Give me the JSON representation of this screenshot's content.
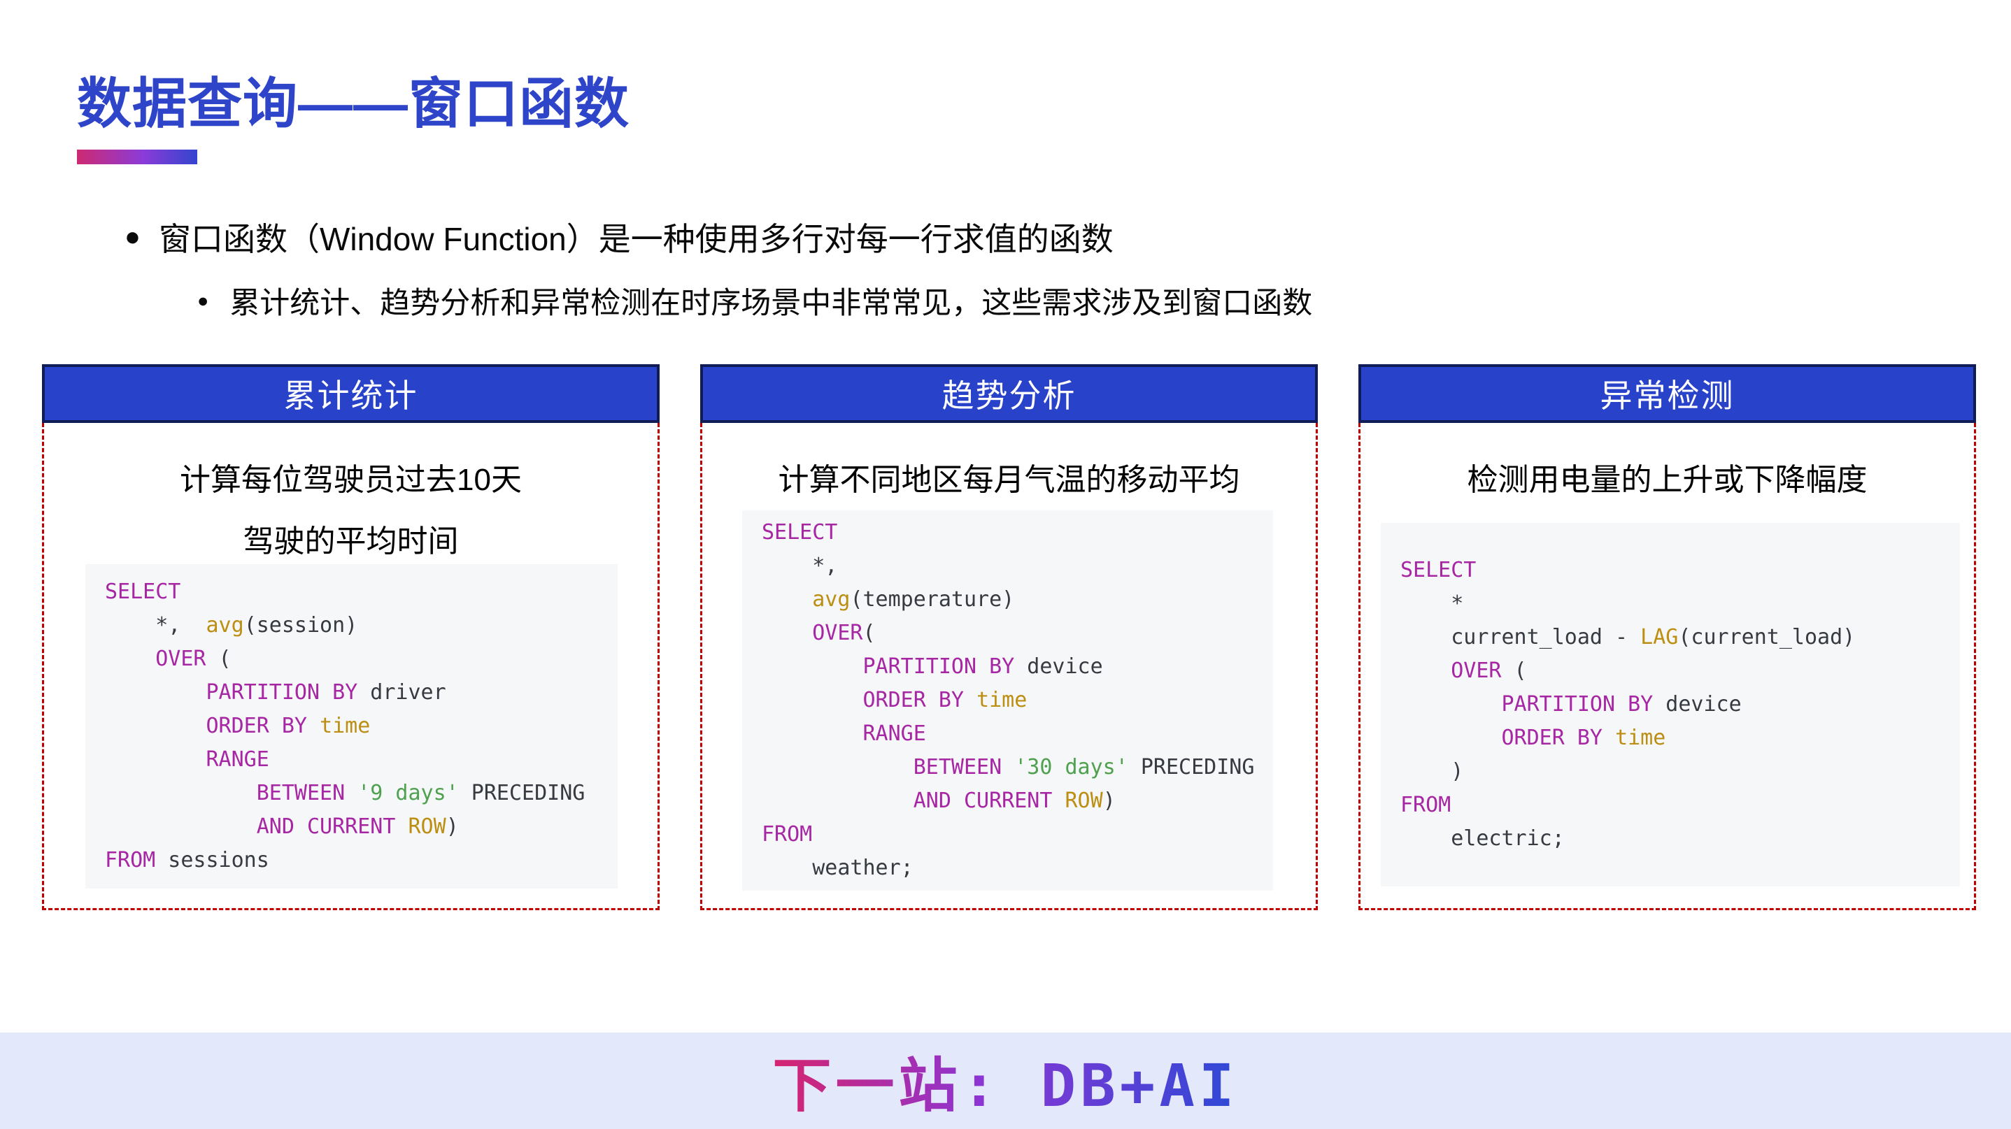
{
  "slide": {
    "title": "数据查询——窗口函数",
    "bullet_glyph": "●",
    "bullets": {
      "level1": "窗口函数（Window Function）是一种使用多行对每一行求值的函数",
      "level2": "累计统计、趋势分析和异常检测在时序场景中非常常见，这些需求涉及到窗口函数"
    },
    "footer_text": "下一站: DB+AI"
  },
  "colors": {
    "title_blue": "#2E44C9",
    "accent_gradient": [
      "#CE2A72",
      "#8B3BD8",
      "#3345CF"
    ],
    "panel_header_bg": "#2843C9",
    "panel_header_border": "#101C55",
    "panel_dashed_border": "#C00000",
    "code_background": "#F6F7F8",
    "footer_background": "#E4E8FB",
    "footer_text_gradient": [
      "#D6246E",
      "#8B35D4",
      "#2F49D6"
    ],
    "syntax": {
      "keyword": "#A626A4",
      "function_constant": "#BC8E12",
      "string": "#50A14F",
      "plain": "#383A42"
    }
  },
  "panels": [
    {
      "header": "累计统计",
      "desc": "计算每位驾驶员过去10天\n驾驶的平均时间",
      "code": [
        [
          [
            "k",
            "SELECT"
          ]
        ],
        [
          [
            "p",
            "    *,  "
          ],
          [
            "f",
            "avg"
          ],
          [
            "p",
            "(session)"
          ]
        ],
        [
          [
            "p",
            "    "
          ],
          [
            "k",
            "OVER"
          ],
          [
            "p",
            " ("
          ]
        ],
        [
          [
            "p",
            "        "
          ],
          [
            "k",
            "PARTITION BY"
          ],
          [
            "p",
            " driver"
          ]
        ],
        [
          [
            "p",
            "        "
          ],
          [
            "k",
            "ORDER BY"
          ],
          [
            "p",
            " "
          ],
          [
            "f",
            "time"
          ]
        ],
        [
          [
            "p",
            "        "
          ],
          [
            "k",
            "RANGE"
          ]
        ],
        [
          [
            "p",
            "            "
          ],
          [
            "k",
            "BETWEEN"
          ],
          [
            "p",
            " "
          ],
          [
            "s",
            "'9 days'"
          ],
          [
            "p",
            " PRECEDING"
          ]
        ],
        [
          [
            "p",
            "            "
          ],
          [
            "k",
            "AND"
          ],
          [
            "p",
            " "
          ],
          [
            "k",
            "CURRENT"
          ],
          [
            "p",
            " "
          ],
          [
            "f",
            "ROW"
          ],
          [
            "p",
            ")"
          ]
        ],
        [
          [
            "k",
            "FROM"
          ],
          [
            "p",
            " sessions"
          ]
        ]
      ]
    },
    {
      "header": "趋势分析",
      "desc": "计算不同地区每月气温的移动平均",
      "code": [
        [
          [
            "k",
            "SELECT"
          ]
        ],
        [
          [
            "p",
            "    *,"
          ]
        ],
        [
          [
            "p",
            "    "
          ],
          [
            "f",
            "avg"
          ],
          [
            "p",
            "(temperature)"
          ]
        ],
        [
          [
            "p",
            "    "
          ],
          [
            "k",
            "OVER"
          ],
          [
            "p",
            "("
          ]
        ],
        [
          [
            "p",
            "        "
          ],
          [
            "k",
            "PARTITION BY"
          ],
          [
            "p",
            " device"
          ]
        ],
        [
          [
            "p",
            "        "
          ],
          [
            "k",
            "ORDER BY"
          ],
          [
            "p",
            " "
          ],
          [
            "f",
            "time"
          ]
        ],
        [
          [
            "p",
            "        "
          ],
          [
            "k",
            "RANGE"
          ]
        ],
        [
          [
            "p",
            "            "
          ],
          [
            "k",
            "BETWEEN"
          ],
          [
            "p",
            " "
          ],
          [
            "s",
            "'30 days'"
          ],
          [
            "p",
            " PRECEDING"
          ]
        ],
        [
          [
            "p",
            "            "
          ],
          [
            "k",
            "AND"
          ],
          [
            "p",
            " "
          ],
          [
            "k",
            "CURRENT"
          ],
          [
            "p",
            " "
          ],
          [
            "f",
            "ROW"
          ],
          [
            "p",
            ")"
          ]
        ],
        [
          [
            "k",
            "FROM"
          ]
        ],
        [
          [
            "p",
            "    weather;"
          ]
        ]
      ]
    },
    {
      "header": "异常检测",
      "desc": "检测用电量的上升或下降幅度",
      "code": [
        [
          [
            "k",
            "SELECT"
          ]
        ],
        [
          [
            "p",
            "    *"
          ]
        ],
        [
          [
            "p",
            "    current_load - "
          ],
          [
            "f",
            "LAG"
          ],
          [
            "p",
            "(current_load)"
          ]
        ],
        [
          [
            "p",
            "    "
          ],
          [
            "k",
            "OVER"
          ],
          [
            "p",
            " ("
          ]
        ],
        [
          [
            "p",
            "        "
          ],
          [
            "k",
            "PARTITION BY"
          ],
          [
            "p",
            " device"
          ]
        ],
        [
          [
            "p",
            "        "
          ],
          [
            "k",
            "ORDER BY"
          ],
          [
            "p",
            " "
          ],
          [
            "f",
            "time"
          ]
        ],
        [
          [
            "p",
            "    )"
          ]
        ],
        [
          [
            "k",
            "FROM"
          ]
        ],
        [
          [
            "p",
            "    electric;"
          ]
        ]
      ]
    }
  ]
}
